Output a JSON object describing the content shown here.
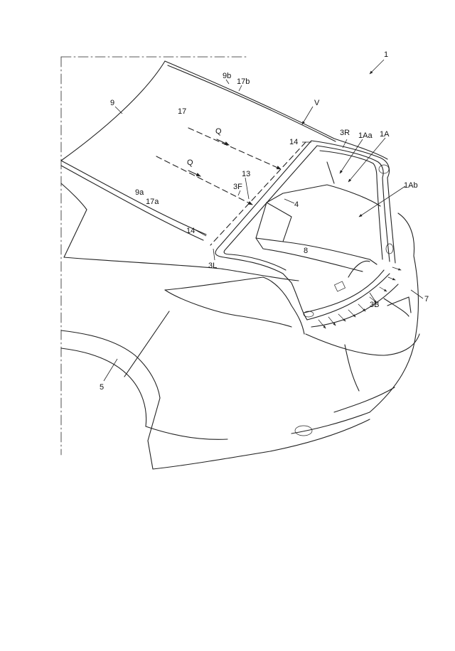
{
  "labels": {
    "ref_1": "1",
    "ref_9": "9",
    "ref_9b": "9b",
    "ref_17b": "17b",
    "ref_17": "17",
    "ref_Q_upper": "Q",
    "ref_Q_lower": "Q",
    "ref_V": "V",
    "ref_14_upper": "14",
    "ref_3R": "3R",
    "ref_1Aa": "1Aa",
    "ref_1A": "1A",
    "ref_1Ab": "1Ab",
    "ref_13": "13",
    "ref_3F": "3F",
    "ref_4": "4",
    "ref_9a": "9a",
    "ref_17a": "17a",
    "ref_14_lower": "14",
    "ref_8": "8",
    "ref_3L": "3L",
    "ref_7": "7",
    "ref_3B": "3B",
    "ref_5": "5"
  }
}
